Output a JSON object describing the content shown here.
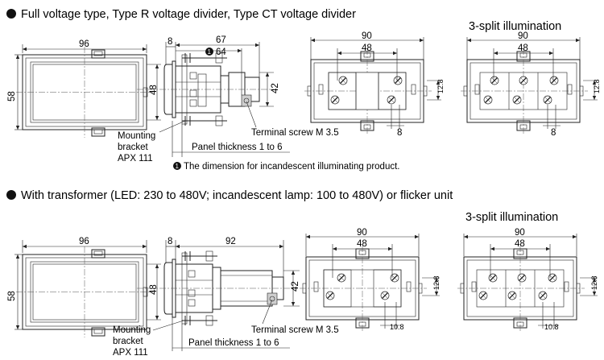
{
  "section1": {
    "heading": "Full voltage type, Type R voltage divider, Type CT voltage divider",
    "split_title": "3-split illumination",
    "front_width": "96",
    "front_height": "48",
    "overall_height": "58",
    "panel_offset": "8",
    "depth": "67",
    "depth_note_marker": "❶",
    "depth_incandescent": "64",
    "rear_height": "42",
    "rear_width": "90",
    "rear_pitch": "48",
    "terminal_pitch_v": "12.8",
    "terminal_pitch_h": "8",
    "split_width": "90",
    "split_pitch": "48",
    "split_terminal_v": "12.8",
    "split_terminal_h": "8",
    "terminal_screw": "Terminal screw M 3.5",
    "mounting_bracket_1": "Mounting",
    "mounting_bracket_2": "bracket",
    "mounting_bracket_3": "APX 111",
    "panel_thickness": "Panel thickness 1 to 6",
    "footnote_marker": "❶",
    "footnote": "The dimension for incandescent illuminating product."
  },
  "section2": {
    "heading": "With transformer (LED: 230 to 480V; incandescent lamp: 100 to 480V) or flicker unit",
    "split_title": "3-split illumination",
    "front_width": "96",
    "front_height": "48",
    "overall_height": "58",
    "panel_offset": "8",
    "depth": "92",
    "rear_height": "42",
    "rear_width": "90",
    "rear_pitch": "48",
    "terminal_pitch_v": "12.8",
    "terminal_pitch_h": "10.8",
    "split_width": "90",
    "split_pitch": "48",
    "split_terminal_v": "12.8",
    "split_terminal_h": "10.8",
    "terminal_screw": "Terminal screw M 3.5",
    "mounting_bracket_1": "Mounting",
    "mounting_bracket_2": "bracket",
    "mounting_bracket_3": "APX 111",
    "panel_thickness": "Panel thickness 1 to 6"
  },
  "icons": {
    "bullet": "black-circle-bullet"
  }
}
